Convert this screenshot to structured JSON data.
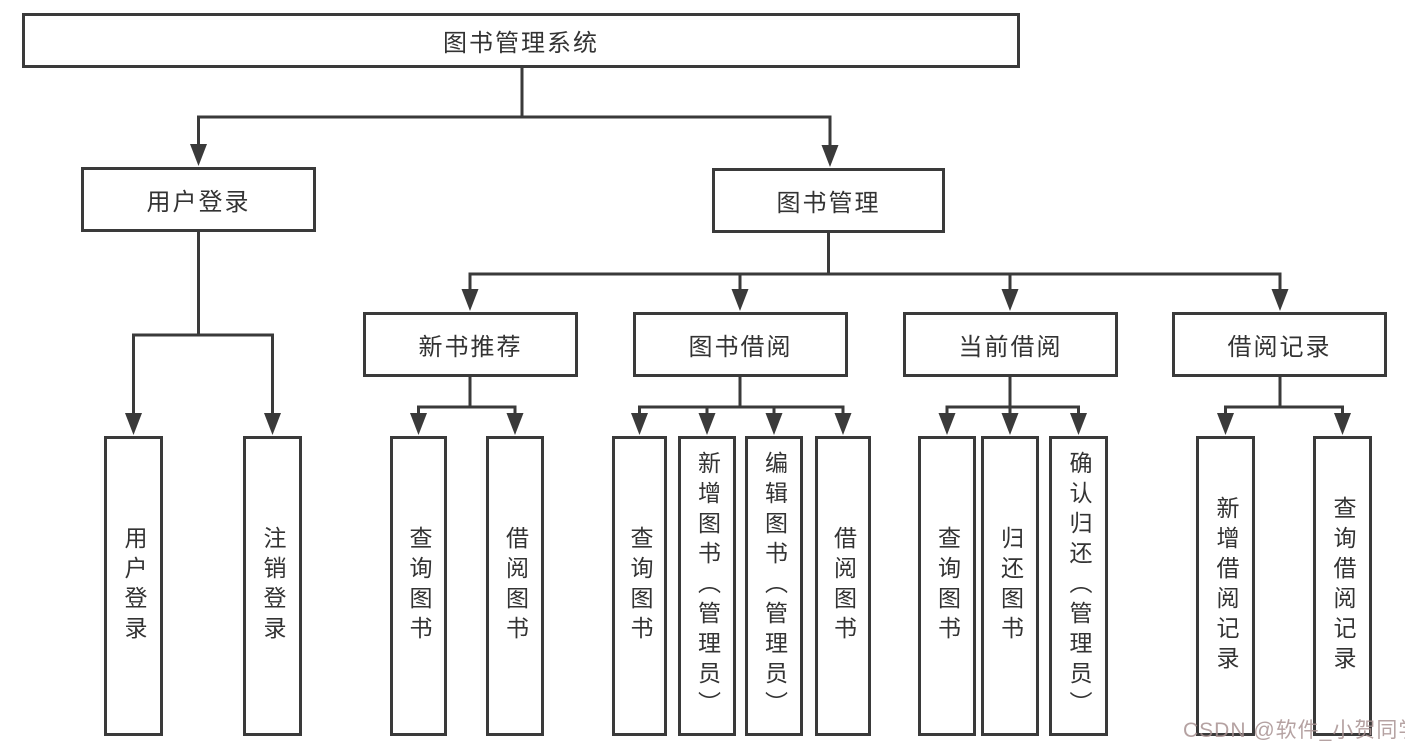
{
  "diagram_title": "图书管理系统",
  "tree": {
    "root": {
      "label": "图书管理系统"
    },
    "level2": [
      {
        "label": "用户登录",
        "children": [
          {
            "label": "用户登录"
          },
          {
            "label": "注销登录"
          }
        ]
      },
      {
        "label": "图书管理",
        "children": [
          {
            "label": "新书推荐",
            "children": [
              {
                "label": "查询图书"
              },
              {
                "label": "借阅图书"
              }
            ]
          },
          {
            "label": "图书借阅",
            "children": [
              {
                "label": "查询图书"
              },
              {
                "label": "新增图书（管理员）"
              },
              {
                "label": "编辑图书（管理员）"
              },
              {
                "label": "借阅图书"
              }
            ]
          },
          {
            "label": "当前借阅",
            "children": [
              {
                "label": "查询图书"
              },
              {
                "label": "归还图书"
              },
              {
                "label": "确认归还（管理员）"
              }
            ]
          },
          {
            "label": "借阅记录",
            "children": [
              {
                "label": "新增借阅记录"
              },
              {
                "label": "查询借阅记录"
              }
            ]
          }
        ]
      }
    ]
  },
  "watermark": {
    "text": "CSDN @软件_小贺同学"
  },
  "colors": {
    "line": "#3a3a3a",
    "text": "#333333",
    "box_background": "#ffffff",
    "watermark": "rgba(168,146,146,0.85)"
  }
}
